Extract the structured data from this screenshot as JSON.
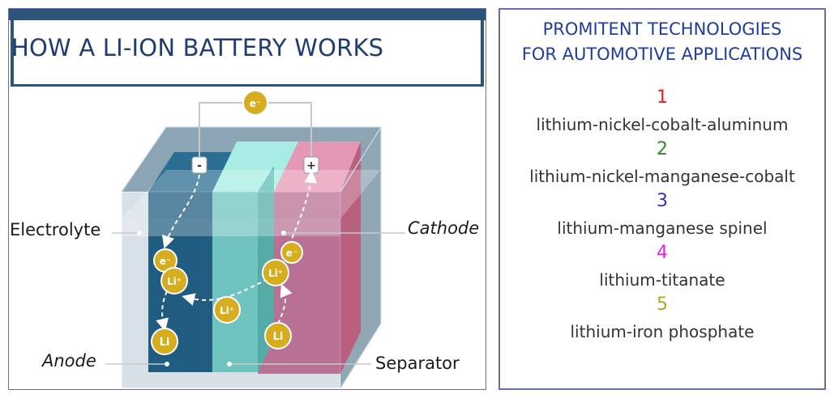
{
  "left": {
    "title": "HOW A LI-ION BATTERY WORKS",
    "labels": {
      "electrolyte": "Electrolyte",
      "cathode": "Cathode",
      "anode": "Anode",
      "separator": "Separator"
    },
    "particles": {
      "electron": "e⁻",
      "electron_plain": "e",
      "lithium_ion": "Li⁺",
      "lithium": "Li"
    },
    "terminals": {
      "negative": "-",
      "positive": "+"
    },
    "colors": {
      "anode": "#1e5d82",
      "separator": "#7fdcd0",
      "cathode": "#d9779b",
      "particle": "#d5ad1f",
      "header": "#2f5479"
    }
  },
  "right": {
    "heading_line1": "PROMITENT TECHNOLOGIES",
    "heading_line2": "FOR AUTOMOTIVE APPLICATIONS",
    "items": [
      {
        "number": "1",
        "name": "lithium-nickel-cobalt-aluminum",
        "color": "#e02020"
      },
      {
        "number": "2",
        "name": "lithium-nickel-manganese-cobalt",
        "color": "#2e8b2e"
      },
      {
        "number": "3",
        "name": "lithium-manganese spinel",
        "color": "#3a2ec0"
      },
      {
        "number": "4",
        "name": "lithium-titanate",
        "color": "#e020e0"
      },
      {
        "number": "5",
        "name": "lithium-iron phosphate",
        "color": "#b8a422"
      }
    ]
  }
}
